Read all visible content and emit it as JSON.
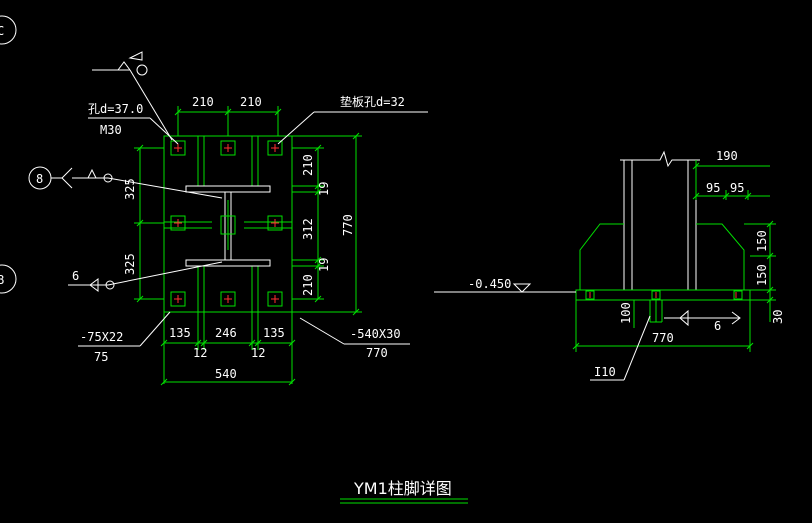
{
  "title": "YM1柱脚详图",
  "plan": {
    "bolt_hole_note": "孔d=37.0",
    "bolt_spec": "M30",
    "washer_hole_note": "垫板孔d=32",
    "dim_top_left": "210",
    "dim_top_right": "210",
    "dim_left_upper": "325",
    "dim_left_lower": "325",
    "dim_right_210_top": "210",
    "dim_right_19_top": "19",
    "dim_right_312": "312",
    "dim_right_19_bot": "19",
    "dim_right_210_bot": "210",
    "dim_total_height": "770",
    "dim_bottom_135_left": "135",
    "dim_bottom_246": "246",
    "dim_bottom_135_right": "135",
    "dim_12_left": "12",
    "dim_12_right": "12",
    "dim_total_width": "540",
    "axis_label": "8",
    "weld_size_left": "6",
    "stiffener_spec": "-75X22",
    "stiffener_len": "75",
    "plate_spec": "-540X30",
    "plate_len": "770"
  },
  "section": {
    "dim_190": "190",
    "dim_95_left": "95",
    "dim_95_right": "95",
    "dim_150_top": "150",
    "dim_150_bot": "150",
    "dim_30": "30",
    "elevation": "-0.450",
    "dim_100": "100",
    "weld_size": "6",
    "dim_770": "770",
    "shear_key": "I10"
  }
}
